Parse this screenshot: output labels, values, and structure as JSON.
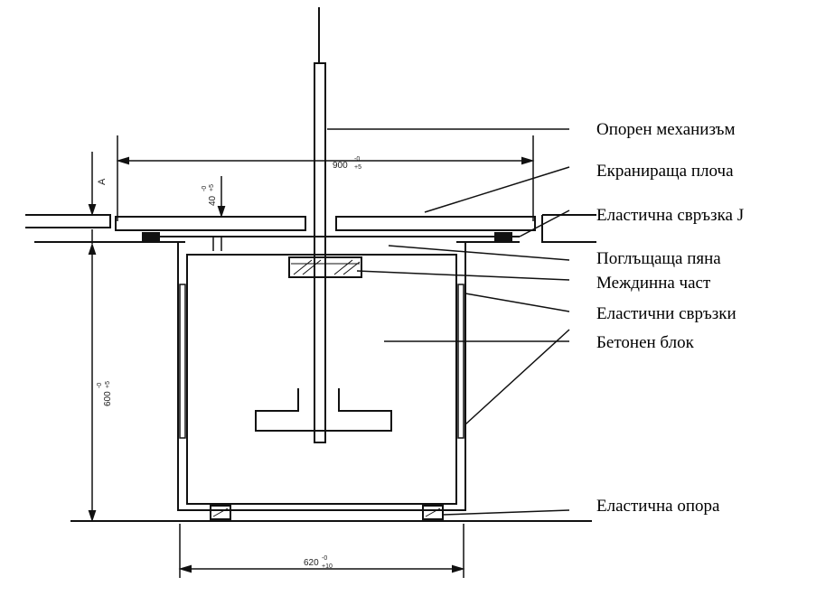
{
  "labels": {
    "support_mechanism": "Опорен механизъм",
    "shield_plate": "Екраниращa плоча",
    "elastic_link_j": "Еластична свръзка J",
    "absorbing_foam": "Поглъщаща пяна",
    "intermediate_part": "Междинна част",
    "elastic_links": "Еластични свръзки",
    "concrete_block": "Бетонен блок",
    "elastic_support": "Еластична опора"
  },
  "dimensions": {
    "width_top": "900",
    "width_top_tol_upper": "-0",
    "width_top_tol_lower": "+5",
    "plate_gap": "40",
    "plate_gap_tol_upper": "-0",
    "plate_gap_tol_lower": "+5",
    "height": "600",
    "height_tol_upper": "-0",
    "height_tol_lower": "+5",
    "width_bottom": "620",
    "width_bottom_tol_upper": "-0",
    "width_bottom_tol_lower": "+10",
    "level_mark": "A"
  }
}
